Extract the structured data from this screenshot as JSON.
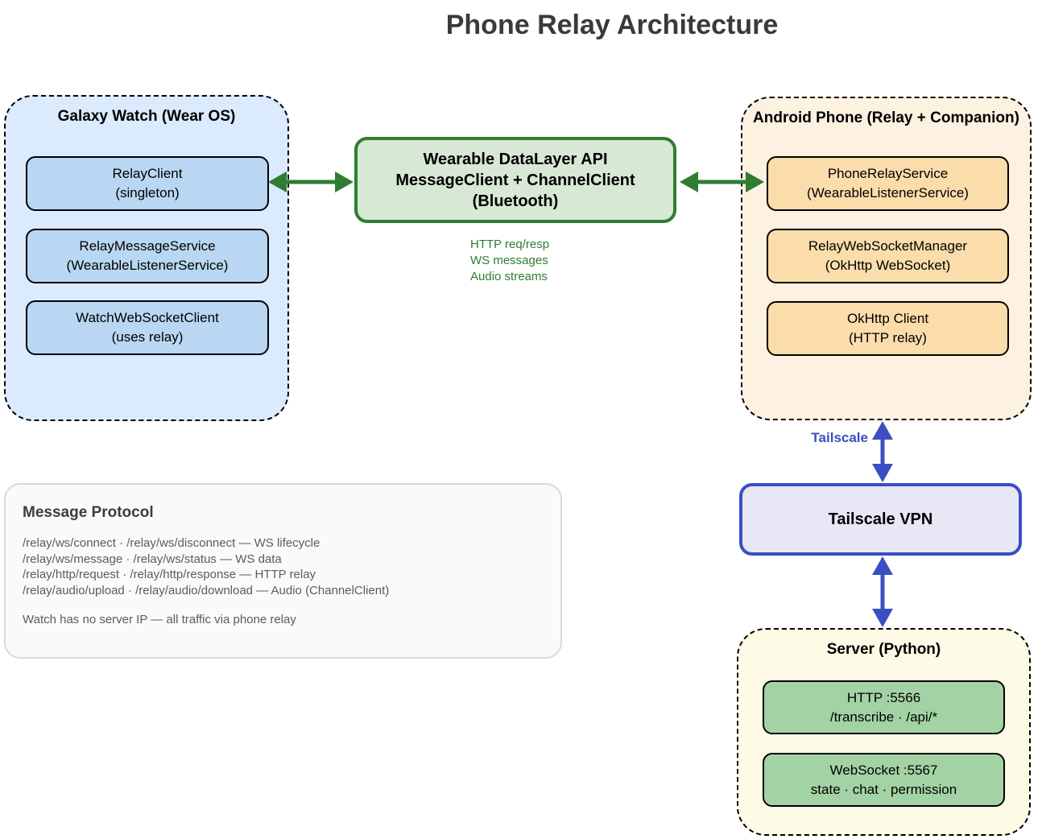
{
  "title": "Phone Relay Architecture",
  "watch": {
    "title": "Galaxy Watch (Wear OS)",
    "boxes": [
      {
        "line1": "RelayClient",
        "line2": "(singleton)"
      },
      {
        "line1": "RelayMessageService",
        "line2": "(WearableListenerService)"
      },
      {
        "line1": "WatchWebSocketClient",
        "line2": "(uses relay)"
      }
    ]
  },
  "datalayer": {
    "line1": "Wearable DataLayer API",
    "line2": "MessageClient + ChannelClient",
    "line3": "(Bluetooth)",
    "captions": [
      "HTTP req/resp",
      "WS messages",
      "Audio streams"
    ]
  },
  "phone": {
    "title": "Android Phone (Relay + Companion)",
    "boxes": [
      {
        "line1": "PhoneRelayService",
        "line2": "(WearableListenerService)"
      },
      {
        "line1": "RelayWebSocketManager",
        "line2": "(OkHttp WebSocket)"
      },
      {
        "line1": "OkHttp Client",
        "line2": "(HTTP relay)"
      }
    ]
  },
  "tailscale_label": "Tailscale",
  "vpn": {
    "title": "Tailscale VPN"
  },
  "server": {
    "title": "Server (Python)",
    "boxes": [
      {
        "line1": "HTTP :5566",
        "line2": "/transcribe · /api/*"
      },
      {
        "line1": "WebSocket :5567",
        "line2": "state · chat · permission"
      }
    ]
  },
  "protocol": {
    "title": "Message Protocol",
    "lines": [
      "/relay/ws/connect · /relay/ws/disconnect — WS lifecycle",
      "/relay/ws/message · /relay/ws/status — WS data",
      "/relay/http/request · /relay/http/response — HTTP relay",
      "/relay/audio/upload · /relay/audio/download — Audio (ChannelClient)"
    ],
    "note": "Watch has no server IP — all traffic via phone relay"
  },
  "colors": {
    "title-text": "#3a3a3a",
    "watch-fill": "#dbeafc",
    "watch-box-fill": "#b9d7f2",
    "green-fill": "#d7e8d4",
    "green-border": "#2e7d32",
    "arrow-green": "#2e7d32",
    "phone-fill": "#fdf1e1",
    "phone-box-fill": "#fbdcab",
    "blue": "#3c4ec0",
    "vpn-fill": "#e7e7f5",
    "server-fill": "#fdfae6",
    "server-box-fill": "#a3d3a4",
    "protocol-fill": "#fafafa",
    "protocol-border": "#d9d9d9",
    "protocol-text": "#5c5c5c"
  }
}
